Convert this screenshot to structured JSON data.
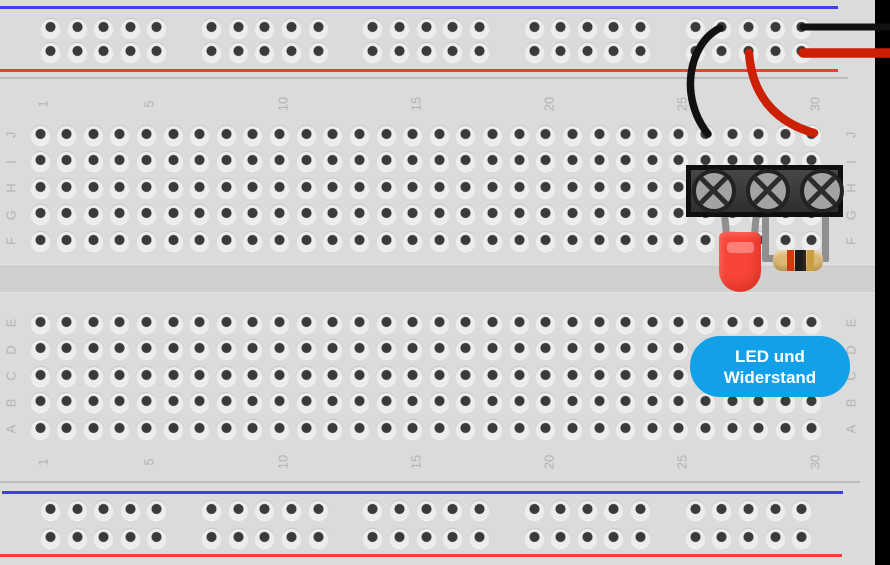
{
  "board": {
    "columns": 30,
    "rail_groups": 5,
    "rail_group_size": 5,
    "column_labels": [
      "1",
      "5",
      "10",
      "15",
      "20",
      "25",
      "30"
    ],
    "column_label_columns": [
      1,
      5,
      10,
      15,
      20,
      25,
      30
    ],
    "row_labels_top": [
      "J",
      "I",
      "H",
      "G",
      "F"
    ],
    "row_labels_bottom": [
      "E",
      "D",
      "C",
      "B",
      "A"
    ]
  },
  "callout": {
    "line1": "LED und",
    "line2": "Widerstand"
  },
  "components": {
    "terminal_block": {
      "name": "screw-terminal-3pin",
      "screw_count": 3
    },
    "led": {
      "name": "red-led",
      "color": "#f84538"
    },
    "resistor": {
      "name": "resistor",
      "body_color": "#ddb873",
      "band_colors": [
        "#d03a10",
        "#1b1b1b",
        "#33231c",
        "#c99e41"
      ]
    },
    "wires": [
      {
        "name": "black-wire-to-edge",
        "color": "#111111"
      },
      {
        "name": "red-wire-to-edge",
        "color": "#cc1e04"
      },
      {
        "name": "black-wire-curved",
        "color": "#111111"
      },
      {
        "name": "red-wire-curved",
        "color": "#cc2005"
      }
    ]
  },
  "colors": {
    "board": "#dbdbdb",
    "channel": "#d0d0d0",
    "rail_blue": "#4040e8",
    "rail_red": "#ff3a33",
    "separator": "#bcbcbc",
    "hole": "#3a3a3a",
    "label": "#b2b2b2",
    "edge_strip": "#000000",
    "callout_bg": "#12a0e8",
    "callout_text": "#ffffff",
    "leg": "#8f8f8f",
    "led": "#f84538"
  }
}
